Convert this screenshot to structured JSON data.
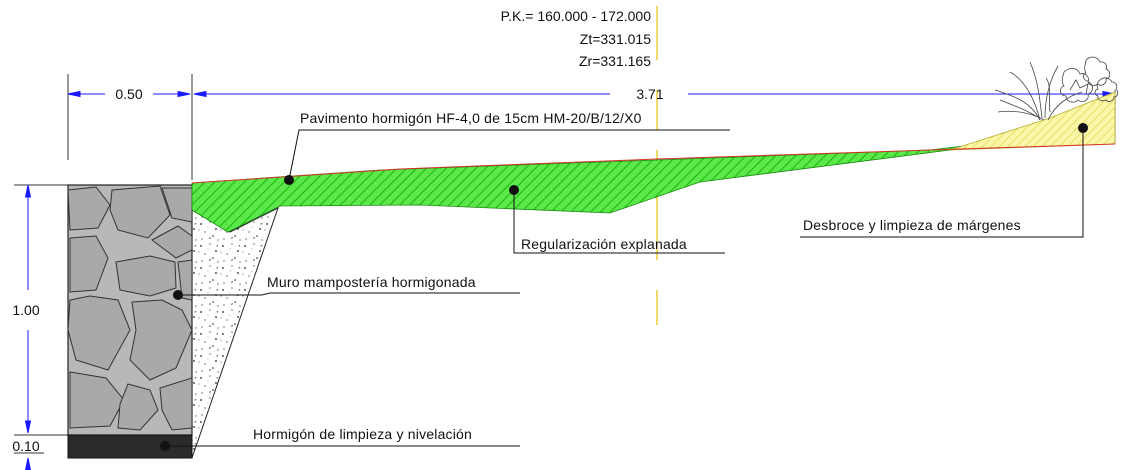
{
  "header": {
    "pk": "P.K.=  160.000 - 172.000",
    "zt": "Zt=331.015",
    "zr": "Zr=331.165"
  },
  "dimensions": {
    "wall_width": "0.50",
    "platform_width": "3.71",
    "wall_height": "1.00",
    "base_height": "0.10"
  },
  "labels": {
    "pavement": "Pavimento hormigón HF-4,0 de 15cm HM-20/B/12/X0",
    "grading": "Regularización explanada",
    "clearing": "Desbroce y limpieza de márgenes",
    "wall": "Muro mampostería hormigonada",
    "base": "Hormigón de limpieza y nivelación"
  },
  "colors": {
    "dimension": "#1a1aff",
    "axis": "#e6c200",
    "hatch_green": "#33dd22",
    "hatch_yellow": "#f3ef7a",
    "stone_fill": "#b5b5b5",
    "base_fill": "#2b2b2b",
    "surface_line": "#d4342a"
  }
}
